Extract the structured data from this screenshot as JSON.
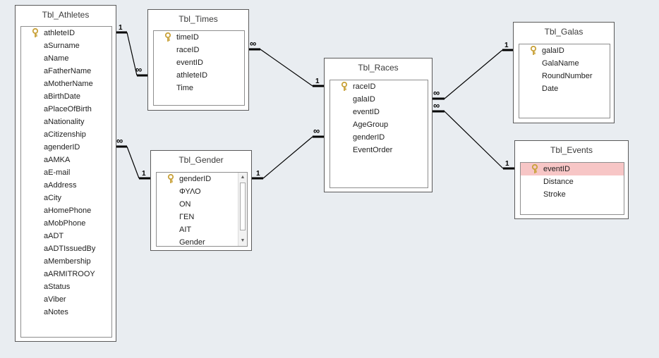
{
  "tables": {
    "athletes": {
      "title": "Tbl_Athletes",
      "fields": [
        "athleteID",
        "aSurname",
        "aName",
        "aFatherName",
        "aMotherName",
        "aBirthDate",
        "aPlaceOfBirth",
        "aNationality",
        "aCitizenship",
        "agenderID",
        "aAMKA",
        "aE-mail",
        "aAddress",
        "aCity",
        "aHomePhone",
        "aMobPhone",
        "aADT",
        "aADTIssuedBy",
        "aMembership",
        "aARMITROOY",
        "aStatus",
        "aViber",
        "aNotes"
      ],
      "key_field": "athleteID"
    },
    "times": {
      "title": "Tbl_Times",
      "fields": [
        "timeID",
        "raceID",
        "eventID",
        "athleteID",
        "Time"
      ],
      "key_field": "timeID"
    },
    "gender": {
      "title": "Tbl_Gender",
      "fields": [
        "genderID",
        "ΦΥΛΟ",
        "ΟΝ",
        "ΓΕΝ",
        "ΑΙΤ",
        "Gender"
      ],
      "key_field": "genderID"
    },
    "races": {
      "title": "Tbl_Races",
      "fields": [
        "raceID",
        "galaID",
        "eventID",
        "AgeGroup",
        "genderID",
        "EventOrder"
      ],
      "key_field": "raceID"
    },
    "galas": {
      "title": "Tbl_Galas",
      "fields": [
        "galaID",
        "GalaName",
        "RoundNumber",
        "Date"
      ],
      "key_field": "galaID"
    },
    "events": {
      "title": "Tbl_Events",
      "fields": [
        "eventID",
        "Distance",
        "Stroke"
      ],
      "key_field": "eventID",
      "selected_field": "eventID"
    }
  },
  "relationship_labels": {
    "one": "1",
    "many": "∞"
  },
  "colors": {
    "canvas": "#e9edf1",
    "selection": "#f7c6c6",
    "key_icon": "#c9a23a"
  },
  "icons": {
    "primary_key": "key-icon",
    "scroll_up": "scroll-up-arrow-icon",
    "scroll_down": "scroll-down-arrow-icon"
  }
}
